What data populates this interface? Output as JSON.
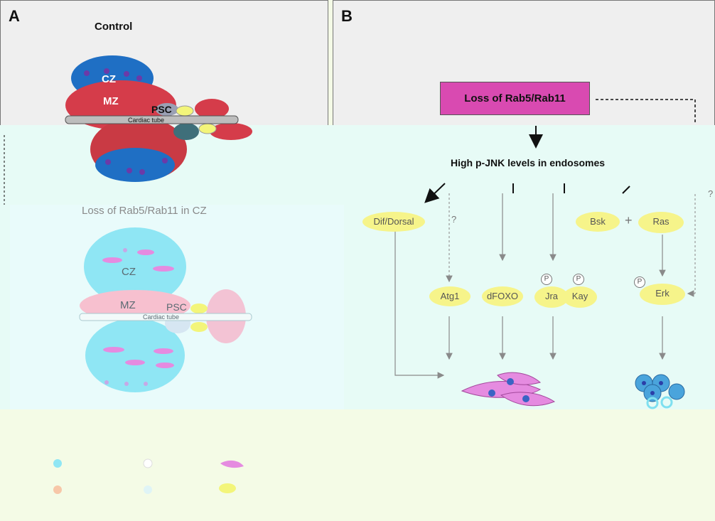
{
  "panel_a": {
    "letter": "A",
    "control_title": "Control",
    "control_labels": {
      "cz": "CZ",
      "mz": "MZ",
      "psc": "PSC",
      "tube": "Cardiac tube"
    },
    "mutant_title": "Loss of Rab5/Rab11 in CZ",
    "mutant_labels": {
      "cz": "CZ",
      "mz": "MZ",
      "psc": "PSC",
      "tube": "Cardiac tube"
    }
  },
  "panel_b": {
    "letter": "B",
    "top_box": "Loss of Rab5/Rab11",
    "high_jnk": "High p-JNK levels in endosomes",
    "nodes": {
      "dif": "Dif/Dorsal",
      "bsk": "Bsk",
      "plus": "+",
      "ras": "Ras",
      "atg1": "Atg1",
      "dfoxo": "dFOXO",
      "jra": "Jra",
      "kay": "Kay",
      "erk": "Erk"
    },
    "phospho": "P",
    "question": "?"
  },
  "colors": {
    "cz_blue": "#1f6fc4",
    "mz_red": "#d53c4a",
    "psc_yellow": "#f3f57a",
    "box_magenta": "#d94ab1",
    "oval_yellow": "#f6f48a",
    "lamello_pink": "#e58be0",
    "mutant_cyan": "#8fe6f4",
    "mutant_pink": "#f7c0cf"
  },
  "legend_icons": [
    "cyan-cell-icon",
    "white-cell-icon",
    "lamellocyte-icon",
    "orange-cell-icon",
    "pale-cell-icon",
    "yellow-cell-icon"
  ]
}
